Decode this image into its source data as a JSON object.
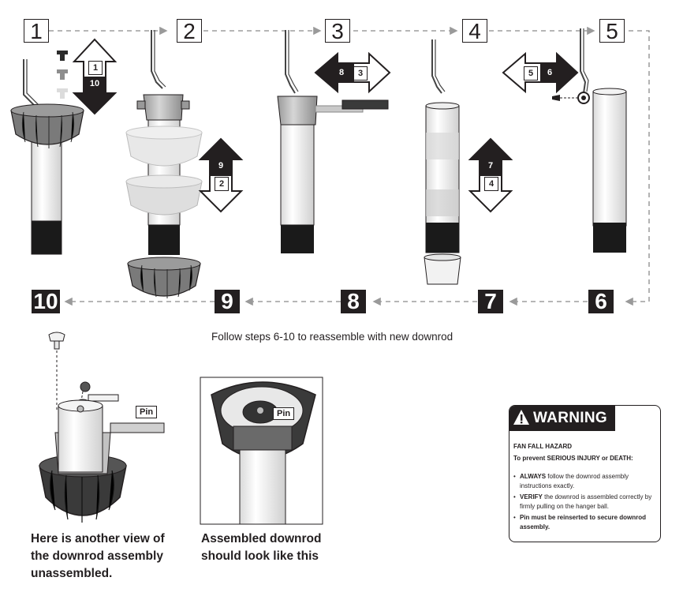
{
  "steps_top": [
    "1",
    "2",
    "3",
    "4",
    "5"
  ],
  "steps_bottom": [
    "10",
    "9",
    "8",
    "7",
    "6"
  ],
  "arrows": {
    "a1": {
      "top": "1",
      "bottom": "10"
    },
    "a2": {
      "top": "9",
      "bottom": "2"
    },
    "a3": {
      "left": "8",
      "right": "3"
    },
    "a4": {
      "top": "7",
      "bottom": "4"
    },
    "a5": {
      "left": "5",
      "right": "6"
    }
  },
  "follow_text": "Follow steps 6-10 to reassemble with new downrod",
  "caption_left": [
    "Here is another view of",
    "the downrod assembly",
    "unassembled."
  ],
  "caption_mid": [
    "Assembled downrod",
    "should look like this"
  ],
  "pin_label": "Pin",
  "warning": {
    "title": "WARNING",
    "hazard": "FAN FALL HAZARD",
    "prevent": "To prevent SERIOUS INJURY or DEATH:",
    "item1_strong": "ALWAYS",
    "item1_rest": " follow the downrod assembly instructions exactly.",
    "item2_strong": "VERIFY",
    "item2_rest": " the downrod is assembled correctly by firmly pulling on the hanger ball.",
    "item3_strong": "Pin must be reinserted to secure downrod assembly."
  },
  "colors": {
    "ink": "#231f20",
    "canopy_gray": "#7a7a7a",
    "faded_gray": "#d8d8d8"
  }
}
